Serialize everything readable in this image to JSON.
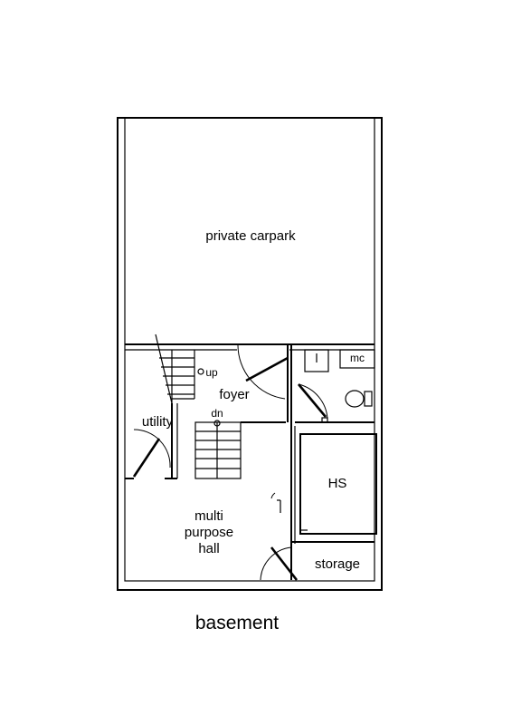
{
  "rooms": {
    "carpark": "private carpark",
    "mc": "mc",
    "foyer": "foyer",
    "utility": "utility",
    "hs": "HS",
    "hall_line1": "multi",
    "hall_line2": "purpose",
    "hall_line3": "hall",
    "storage": "storage"
  },
  "stair_labels": {
    "up": "up",
    "dn": "dn"
  },
  "plan_title": "basement"
}
